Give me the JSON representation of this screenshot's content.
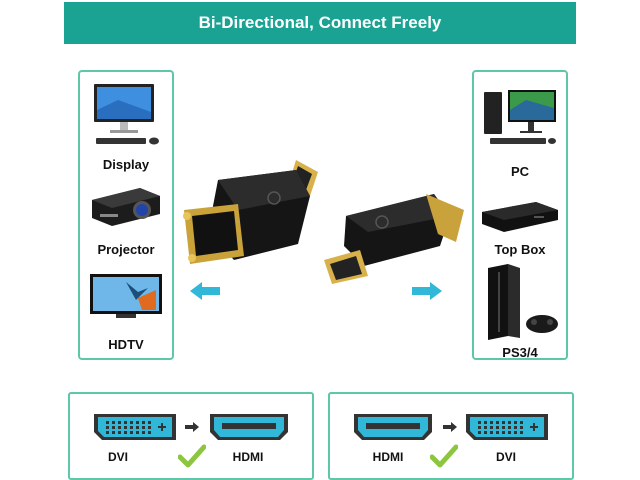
{
  "banner": {
    "title": "Bi-Directional, Connect Freely"
  },
  "left_devices": [
    {
      "label": "Display"
    },
    {
      "label": "Projector"
    },
    {
      "label": "HDTV"
    }
  ],
  "right_devices": [
    {
      "label": "PC"
    },
    {
      "label": "Top Box"
    },
    {
      "label": "PS3/4"
    }
  ],
  "bottom_left": {
    "from": "DVI",
    "to": "HDMI"
  },
  "bottom_right": {
    "from": "HDMI",
    "to": "DVI"
  },
  "colors": {
    "teal": "#1aa393",
    "border": "#5dc7a8",
    "arrow": "#31b8d8",
    "check": "#8cc63f"
  }
}
